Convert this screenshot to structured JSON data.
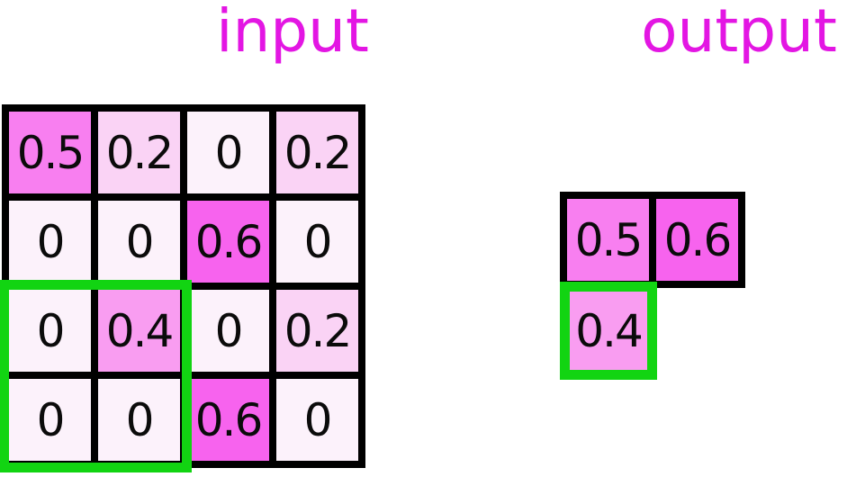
{
  "diagram": {
    "kind": "max-pooling illustration",
    "input": {
      "title": "input",
      "rows": [
        [
          "0.5",
          "0.2",
          "0",
          "0.2"
        ],
        [
          "0",
          "0",
          "0.6",
          "0"
        ],
        [
          "0",
          "0.4",
          "0",
          "0.2"
        ],
        [
          "0",
          "0",
          "0.6",
          "0"
        ]
      ],
      "highlight_window": "rows 3-4, cols 1-2"
    },
    "output": {
      "title": "output",
      "top_row_cells": [
        "0.5",
        "0.6"
      ],
      "highlighted_cell": "0.4"
    }
  },
  "colors": {
    "title_text": "#E316E3",
    "grid_frame": "#000000",
    "highlight_green": "#12D412",
    "number_text": "#0b0b0b",
    "value_colors": {
      "0": "#FCF2FB",
      "0.2": "#FAD3F5",
      "0.4": "#F99DF1",
      "0.5": "#F87FF0",
      "0.6": "#F763EE"
    }
  }
}
